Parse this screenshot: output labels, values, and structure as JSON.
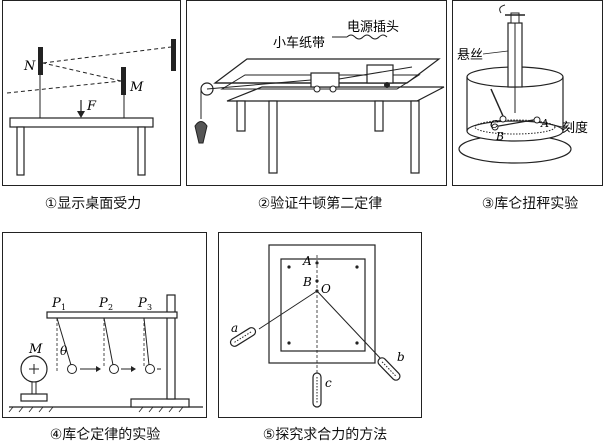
{
  "panels": [
    {
      "id": "p1",
      "caption": "①显示桌面受力",
      "labels": {
        "n": "N",
        "m": "M",
        "f": "F"
      }
    },
    {
      "id": "p2",
      "caption": "②验证牛顿第二定律",
      "labels": {
        "tape": "小车纸带",
        "plug": "电源插头"
      }
    },
    {
      "id": "p3",
      "caption": "③库仑扭秤实验",
      "labels": {
        "wire": "悬丝",
        "c": "C",
        "b": "B",
        "a": "A",
        "scale": "刻度"
      }
    },
    {
      "id": "p4",
      "caption": "④库仑定律的实验",
      "labels": {
        "m": "M",
        "p1": "P",
        "p1sub": "1",
        "p2": "P",
        "p2sub": "2",
        "p3": "P",
        "p3sub": "3",
        "theta": "θ"
      }
    },
    {
      "id": "p5",
      "caption": "⑤探究求合力的方法",
      "labels": {
        "a_top": "A",
        "b_mid": "B",
        "o": "O",
        "a_spring": "a",
        "b_spring": "b",
        "c_spring": "c"
      }
    }
  ]
}
